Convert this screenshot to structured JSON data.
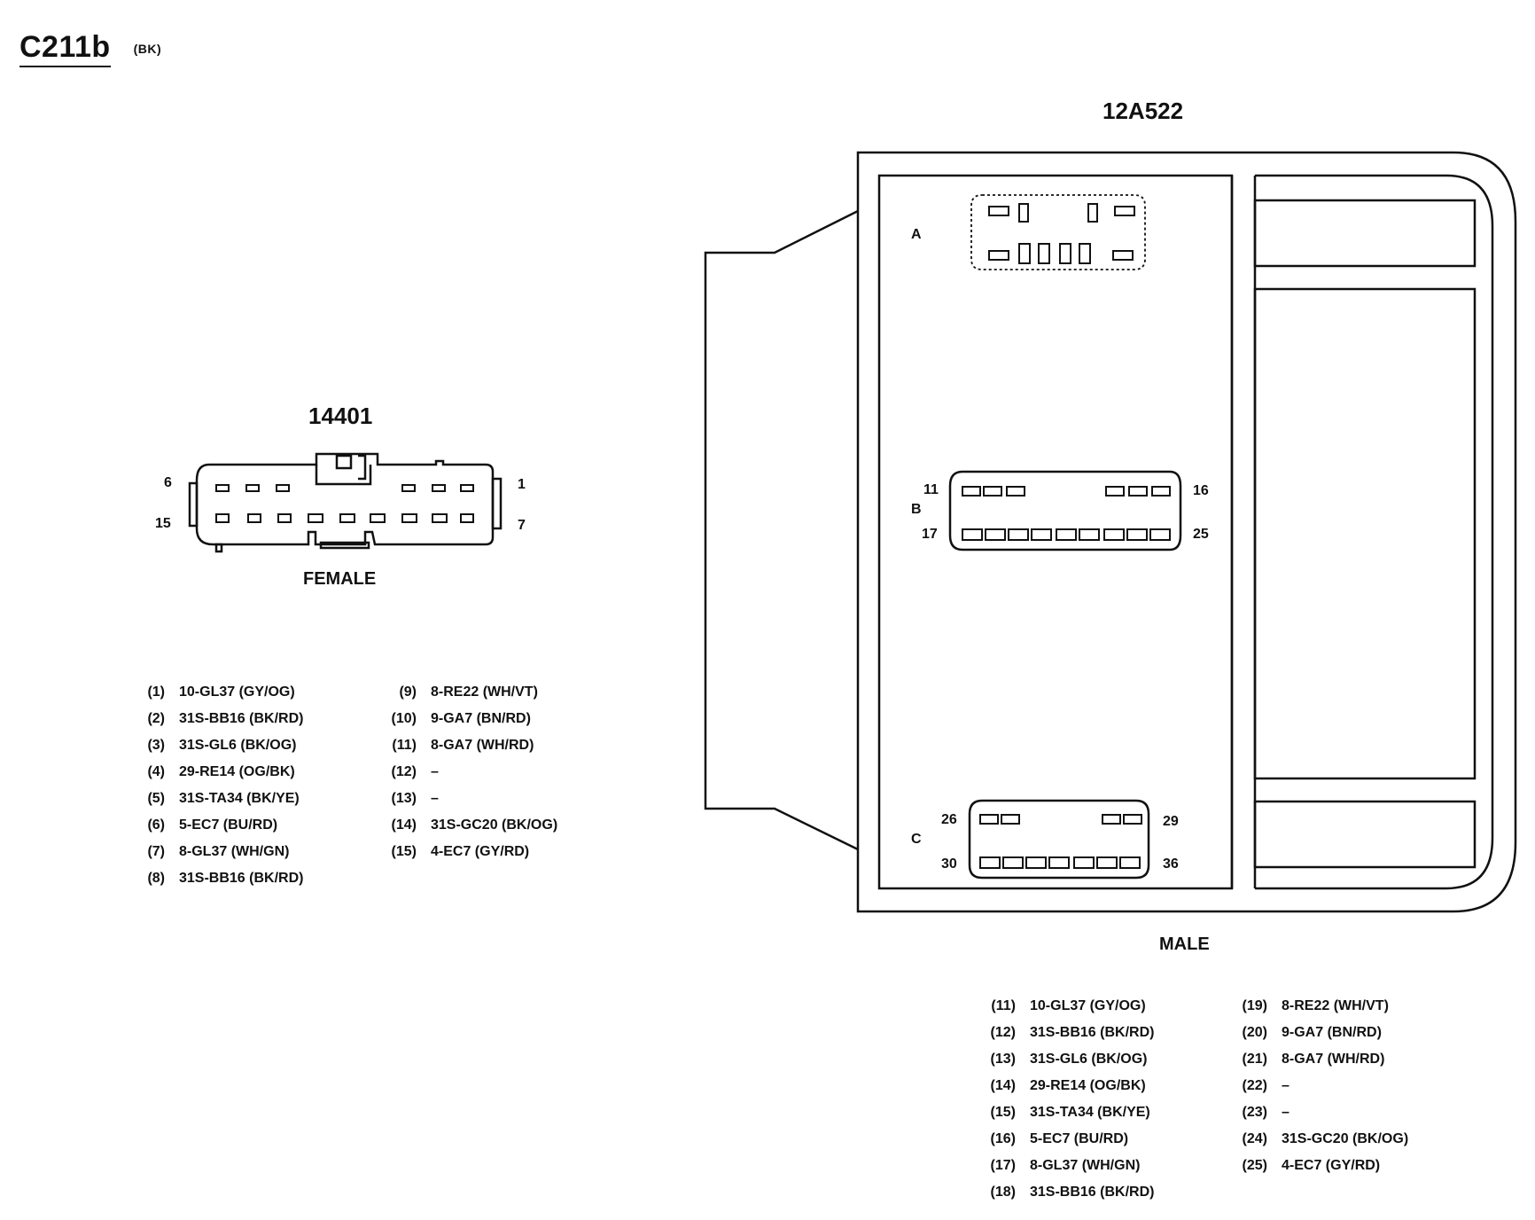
{
  "header": {
    "connector_id": "C211b",
    "color_code": "(BK)"
  },
  "female": {
    "part_number": "14401",
    "gender_label": "FEMALE",
    "pin_labels": {
      "top_left": "6",
      "top_right": "1",
      "bottom_left": "15",
      "bottom_right": "7"
    },
    "pins_left": [
      {
        "num": "(1)",
        "circuit": "10-GL37 (GY/OG)"
      },
      {
        "num": "(2)",
        "circuit": "31S-BB16 (BK/RD)"
      },
      {
        "num": "(3)",
        "circuit": "31S-GL6 (BK/OG)"
      },
      {
        "num": "(4)",
        "circuit": "29-RE14 (OG/BK)"
      },
      {
        "num": "(5)",
        "circuit": "31S-TA34 (BK/YE)"
      },
      {
        "num": "(6)",
        "circuit": "5-EC7 (BU/RD)"
      },
      {
        "num": "(7)",
        "circuit": "8-GL37 (WH/GN)"
      },
      {
        "num": "(8)",
        "circuit": "31S-BB16 (BK/RD)"
      }
    ],
    "pins_right": [
      {
        "num": "(9)",
        "circuit": "8-RE22 (WH/VT)"
      },
      {
        "num": "(10)",
        "circuit": "9-GA7 (BN/RD)"
      },
      {
        "num": "(11)",
        "circuit": "8-GA7 (WH/RD)"
      },
      {
        "num": "(12)",
        "circuit": "–"
      },
      {
        "num": "(13)",
        "circuit": "–"
      },
      {
        "num": "(14)",
        "circuit": "31S-GC20 (BK/OG)"
      },
      {
        "num": "(15)",
        "circuit": "4-EC7 (GY/RD)"
      }
    ]
  },
  "male": {
    "part_number": "12A522",
    "gender_label": "MALE",
    "section_a": {
      "label": "A"
    },
    "section_b": {
      "label": "B",
      "top_left": "11",
      "top_right": "16",
      "bottom_left": "17",
      "bottom_right": "25"
    },
    "section_c": {
      "label": "C",
      "top_left": "26",
      "top_right": "29",
      "bottom_left": "30",
      "bottom_right": "36"
    },
    "pins_left": [
      {
        "num": "(11)",
        "circuit": "10-GL37 (GY/OG)"
      },
      {
        "num": "(12)",
        "circuit": "31S-BB16 (BK/RD)"
      },
      {
        "num": "(13)",
        "circuit": "31S-GL6 (BK/OG)"
      },
      {
        "num": "(14)",
        "circuit": "29-RE14 (OG/BK)"
      },
      {
        "num": "(15)",
        "circuit": "31S-TA34 (BK/YE)"
      },
      {
        "num": "(16)",
        "circuit": "5-EC7 (BU/RD)"
      },
      {
        "num": "(17)",
        "circuit": "8-GL37 (WH/GN)"
      },
      {
        "num": "(18)",
        "circuit": "31S-BB16 (BK/RD)"
      }
    ],
    "pins_right": [
      {
        "num": "(19)",
        "circuit": "8-RE22 (WH/VT)"
      },
      {
        "num": "(20)",
        "circuit": "9-GA7 (BN/RD)"
      },
      {
        "num": "(21)",
        "circuit": "8-GA7 (WH/RD)"
      },
      {
        "num": "(22)",
        "circuit": "–"
      },
      {
        "num": "(23)",
        "circuit": "–"
      },
      {
        "num": "(24)",
        "circuit": "31S-GC20 (BK/OG)"
      },
      {
        "num": "(25)",
        "circuit": "4-EC7 (GY/RD)"
      }
    ]
  }
}
